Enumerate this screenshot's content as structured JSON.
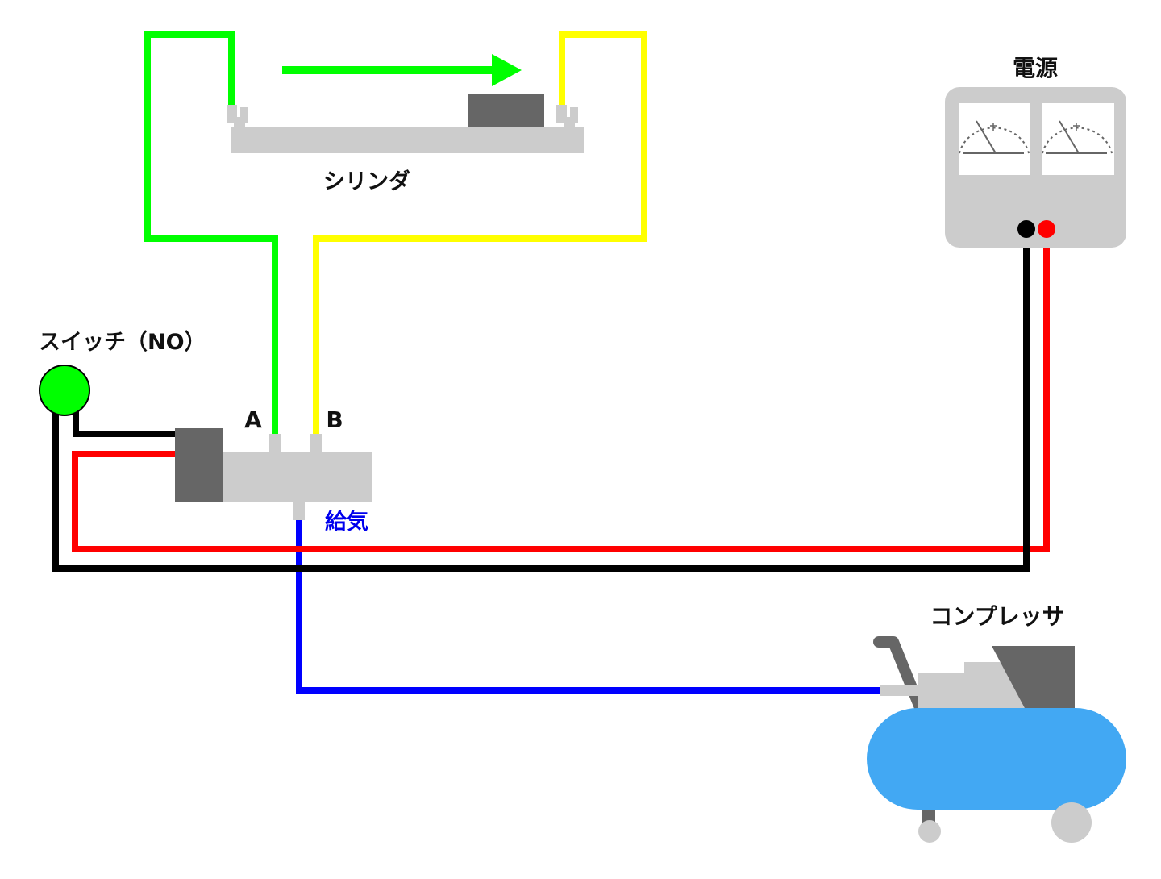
{
  "labels": {
    "cylinder": "シリンダ",
    "power_supply": "電源",
    "switch": "スイッチ（NO）",
    "port_a": "A",
    "port_b": "B",
    "supply": "給気",
    "compressor": "コンプレッサ"
  },
  "colors": {
    "line_a": "#00ff00",
    "line_b": "#ffff00",
    "supply_line": "#0000ff",
    "wire_positive": "#ff0000",
    "wire_negative": "#000000",
    "body_gray": "#cccccc",
    "dark_gray": "#666666",
    "switch_green": "#00ff00",
    "tank_blue": "#42a8f3",
    "supply_label": "#0000ee"
  },
  "components": [
    {
      "id": "cylinder",
      "label_key": "cylinder",
      "state": "extending"
    },
    {
      "id": "solenoid-valve",
      "ports": [
        "A",
        "B",
        "給気"
      ]
    },
    {
      "id": "switch",
      "label_key": "switch",
      "type": "NO"
    },
    {
      "id": "power-supply",
      "label_key": "power_supply",
      "meters": 2
    },
    {
      "id": "compressor",
      "label_key": "compressor"
    }
  ],
  "connections": [
    {
      "from": "valve-port-A",
      "to": "cylinder-left-port",
      "color_key": "line_a"
    },
    {
      "from": "valve-port-B",
      "to": "cylinder-right-port",
      "color_key": "line_b"
    },
    {
      "from": "compressor-outlet",
      "to": "valve-supply-port",
      "color_key": "supply_line"
    },
    {
      "from": "power-supply-red-terminal",
      "to": "valve-solenoid",
      "color_key": "wire_positive"
    },
    {
      "from": "power-supply-black-terminal",
      "to": "switch",
      "color_key": "wire_negative"
    },
    {
      "from": "switch",
      "to": "valve-solenoid",
      "color_key": "wire_negative"
    }
  ]
}
